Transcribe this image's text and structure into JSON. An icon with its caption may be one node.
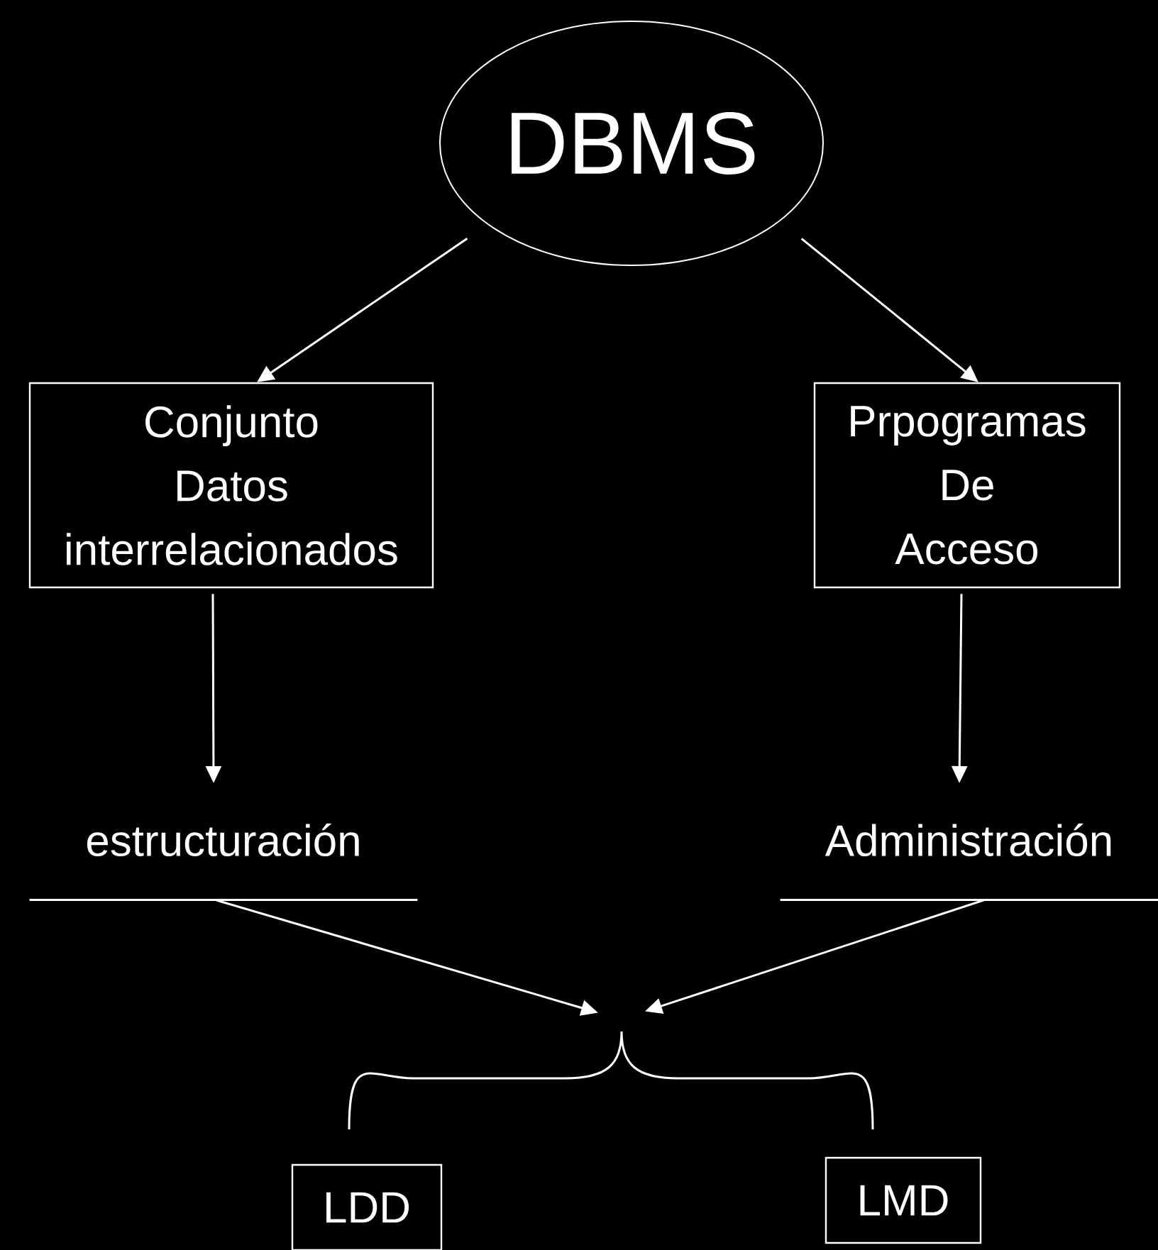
{
  "diagram": {
    "nodes": [
      {
        "text": [
          "DBMS"
        ]
      },
      {
        "text": [
          "Conjunto Datos interrelacionados"
        ]
      },
      {
        "text": [
          "Prpogramas De Acceso"
        ]
      },
      {
        "text": [
          "estructuración"
        ]
      },
      {
        "text": [
          "Administración"
        ]
      },
      {
        "text": [],
        "shape": "brace"
      },
      {
        "text": [
          "LDD"
        ]
      },
      {
        "text": [
          "LMD"
        ]
      }
    ],
    "edges": [
      {
        "from": 0,
        "to": 1,
        "arrow": "to"
      },
      {
        "from": 0,
        "to": 2,
        "arrow": "to"
      },
      {
        "from": 1,
        "to": 3,
        "arrow": "to"
      },
      {
        "from": 2,
        "to": 4,
        "arrow": "to"
      },
      {
        "from": 3,
        "to": 5,
        "arrow": "to"
      },
      {
        "from": 4,
        "to": 5,
        "arrow": "to"
      }
    ]
  }
}
